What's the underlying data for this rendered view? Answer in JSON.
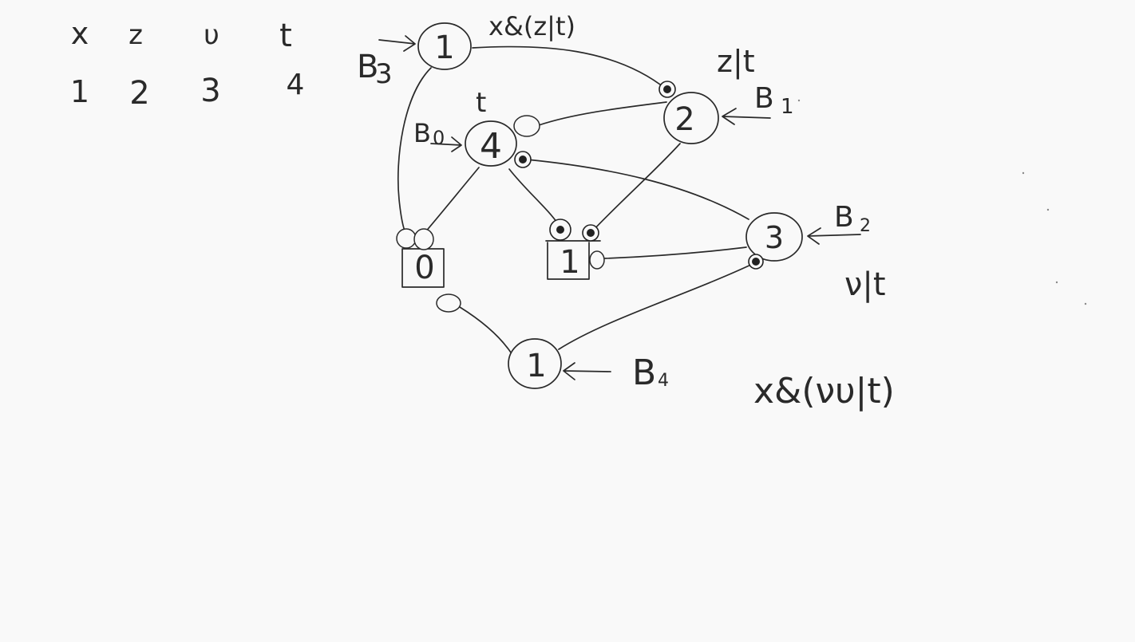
{
  "variables": [
    {
      "name": "x",
      "index": "1"
    },
    {
      "name": "z",
      "index": "2"
    },
    {
      "name": "υ",
      "index": "3"
    },
    {
      "name": "t",
      "index": "4"
    }
  ],
  "nodes": {
    "top_one": "1",
    "two": "2",
    "four": "4",
    "three": "3",
    "bottom_one": "1"
  },
  "boxes": {
    "zero": "0",
    "one": "1"
  },
  "labels": {
    "top_expression": "x&(z|t)",
    "z_given_t": "z|t",
    "t_label": "t",
    "nu_given_t": "ν|t",
    "bottom_expression": "x&(νυ|t)"
  },
  "inputs": {
    "b1": "B",
    "b1_sub": "1",
    "b2": "B",
    "b2_sub": "2",
    "b3": "B",
    "b3_sub": "3",
    "b0": "B",
    "b0_sub": "0",
    "b4": "B",
    "b4_sub": "4"
  }
}
